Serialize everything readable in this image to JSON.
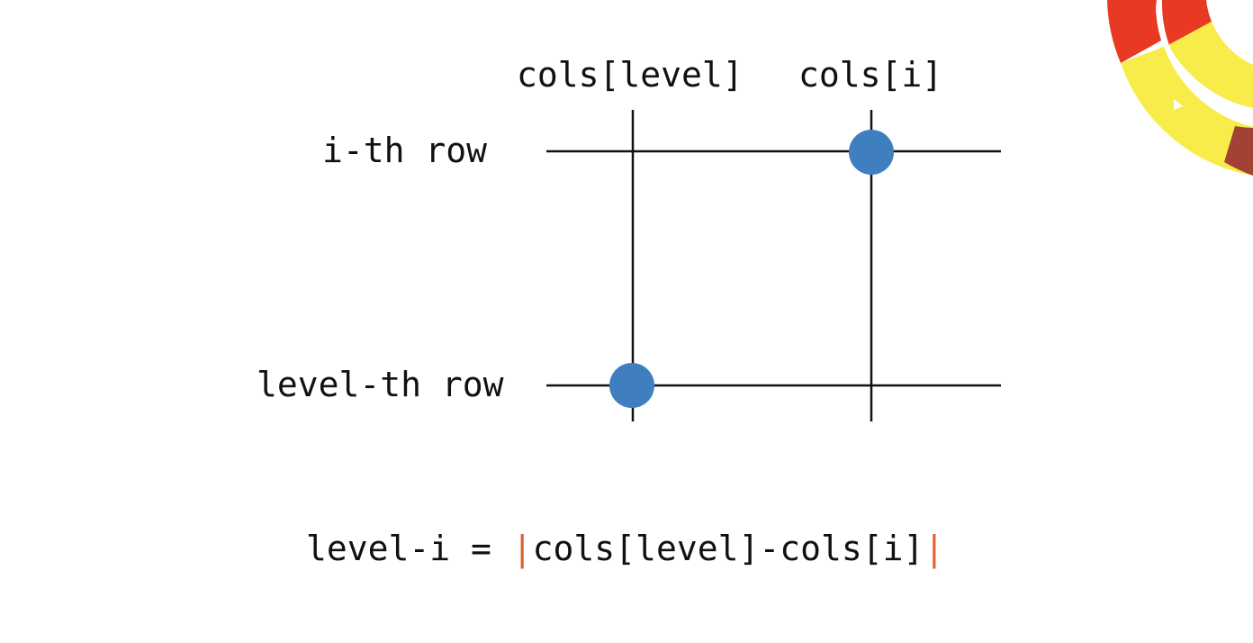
{
  "labels": {
    "col_level": "cols[level]",
    "col_i": "cols[i]",
    "row_i": "i-th row",
    "row_level": "level-th row"
  },
  "formula": {
    "lhs": "level-i = ",
    "bar_left": "|",
    "expr": "cols[level]-cols[i]",
    "bar_right": "|"
  },
  "colors": {
    "line": "#111111",
    "point": "#3f7fbf",
    "bar": "#e0622f",
    "deco_red": "#e83a23",
    "deco_yellow": "#f8ec4a",
    "deco_dark": "#a24234"
  },
  "points": [
    {
      "row": "i",
      "col": "i"
    },
    {
      "row": "level",
      "col": "level"
    }
  ]
}
